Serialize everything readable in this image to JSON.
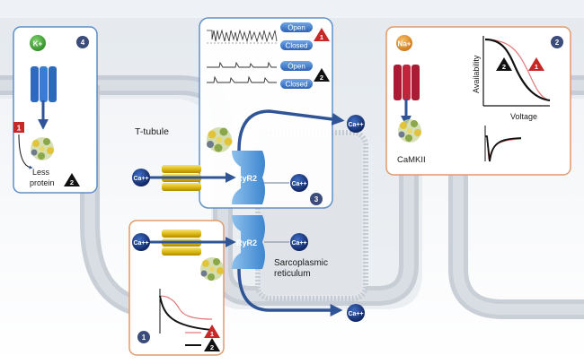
{
  "labels": {
    "t_tubule": "T-tubule",
    "ryr2": "RyR2",
    "sarcoplasmic_1": "Sarcoplasmic",
    "sarcoplasmic_2": "reticulum",
    "camkii": "CaMKII",
    "availability": "Availability",
    "voltage": "Voltage",
    "less": "Less",
    "protein": "protein",
    "open": "Open",
    "closed": "Closed"
  },
  "ions": {
    "calcium": "Ca++",
    "potassium": "K+",
    "sodium": "Na+"
  },
  "panel_numbers": {
    "p1": "1",
    "p2": "2",
    "p3": "3",
    "p4": "4"
  },
  "markers": {
    "m1": "1",
    "m2": "2"
  },
  "colors": {
    "membrane": "#bcc4ce",
    "panel_blue": "#5b8ec9",
    "panel_peach": "#e29a6a",
    "ryr2": "#5fa2dd",
    "arrow": "#2f5597",
    "marker_red": "#c62828",
    "marker_black": "#111111",
    "potassium": "#55b84a",
    "sodium": "#e89a2c",
    "channel_blue": "#3a7cd0",
    "channel_red": "#c2243c",
    "channel_yellow": "#e6c31c"
  }
}
